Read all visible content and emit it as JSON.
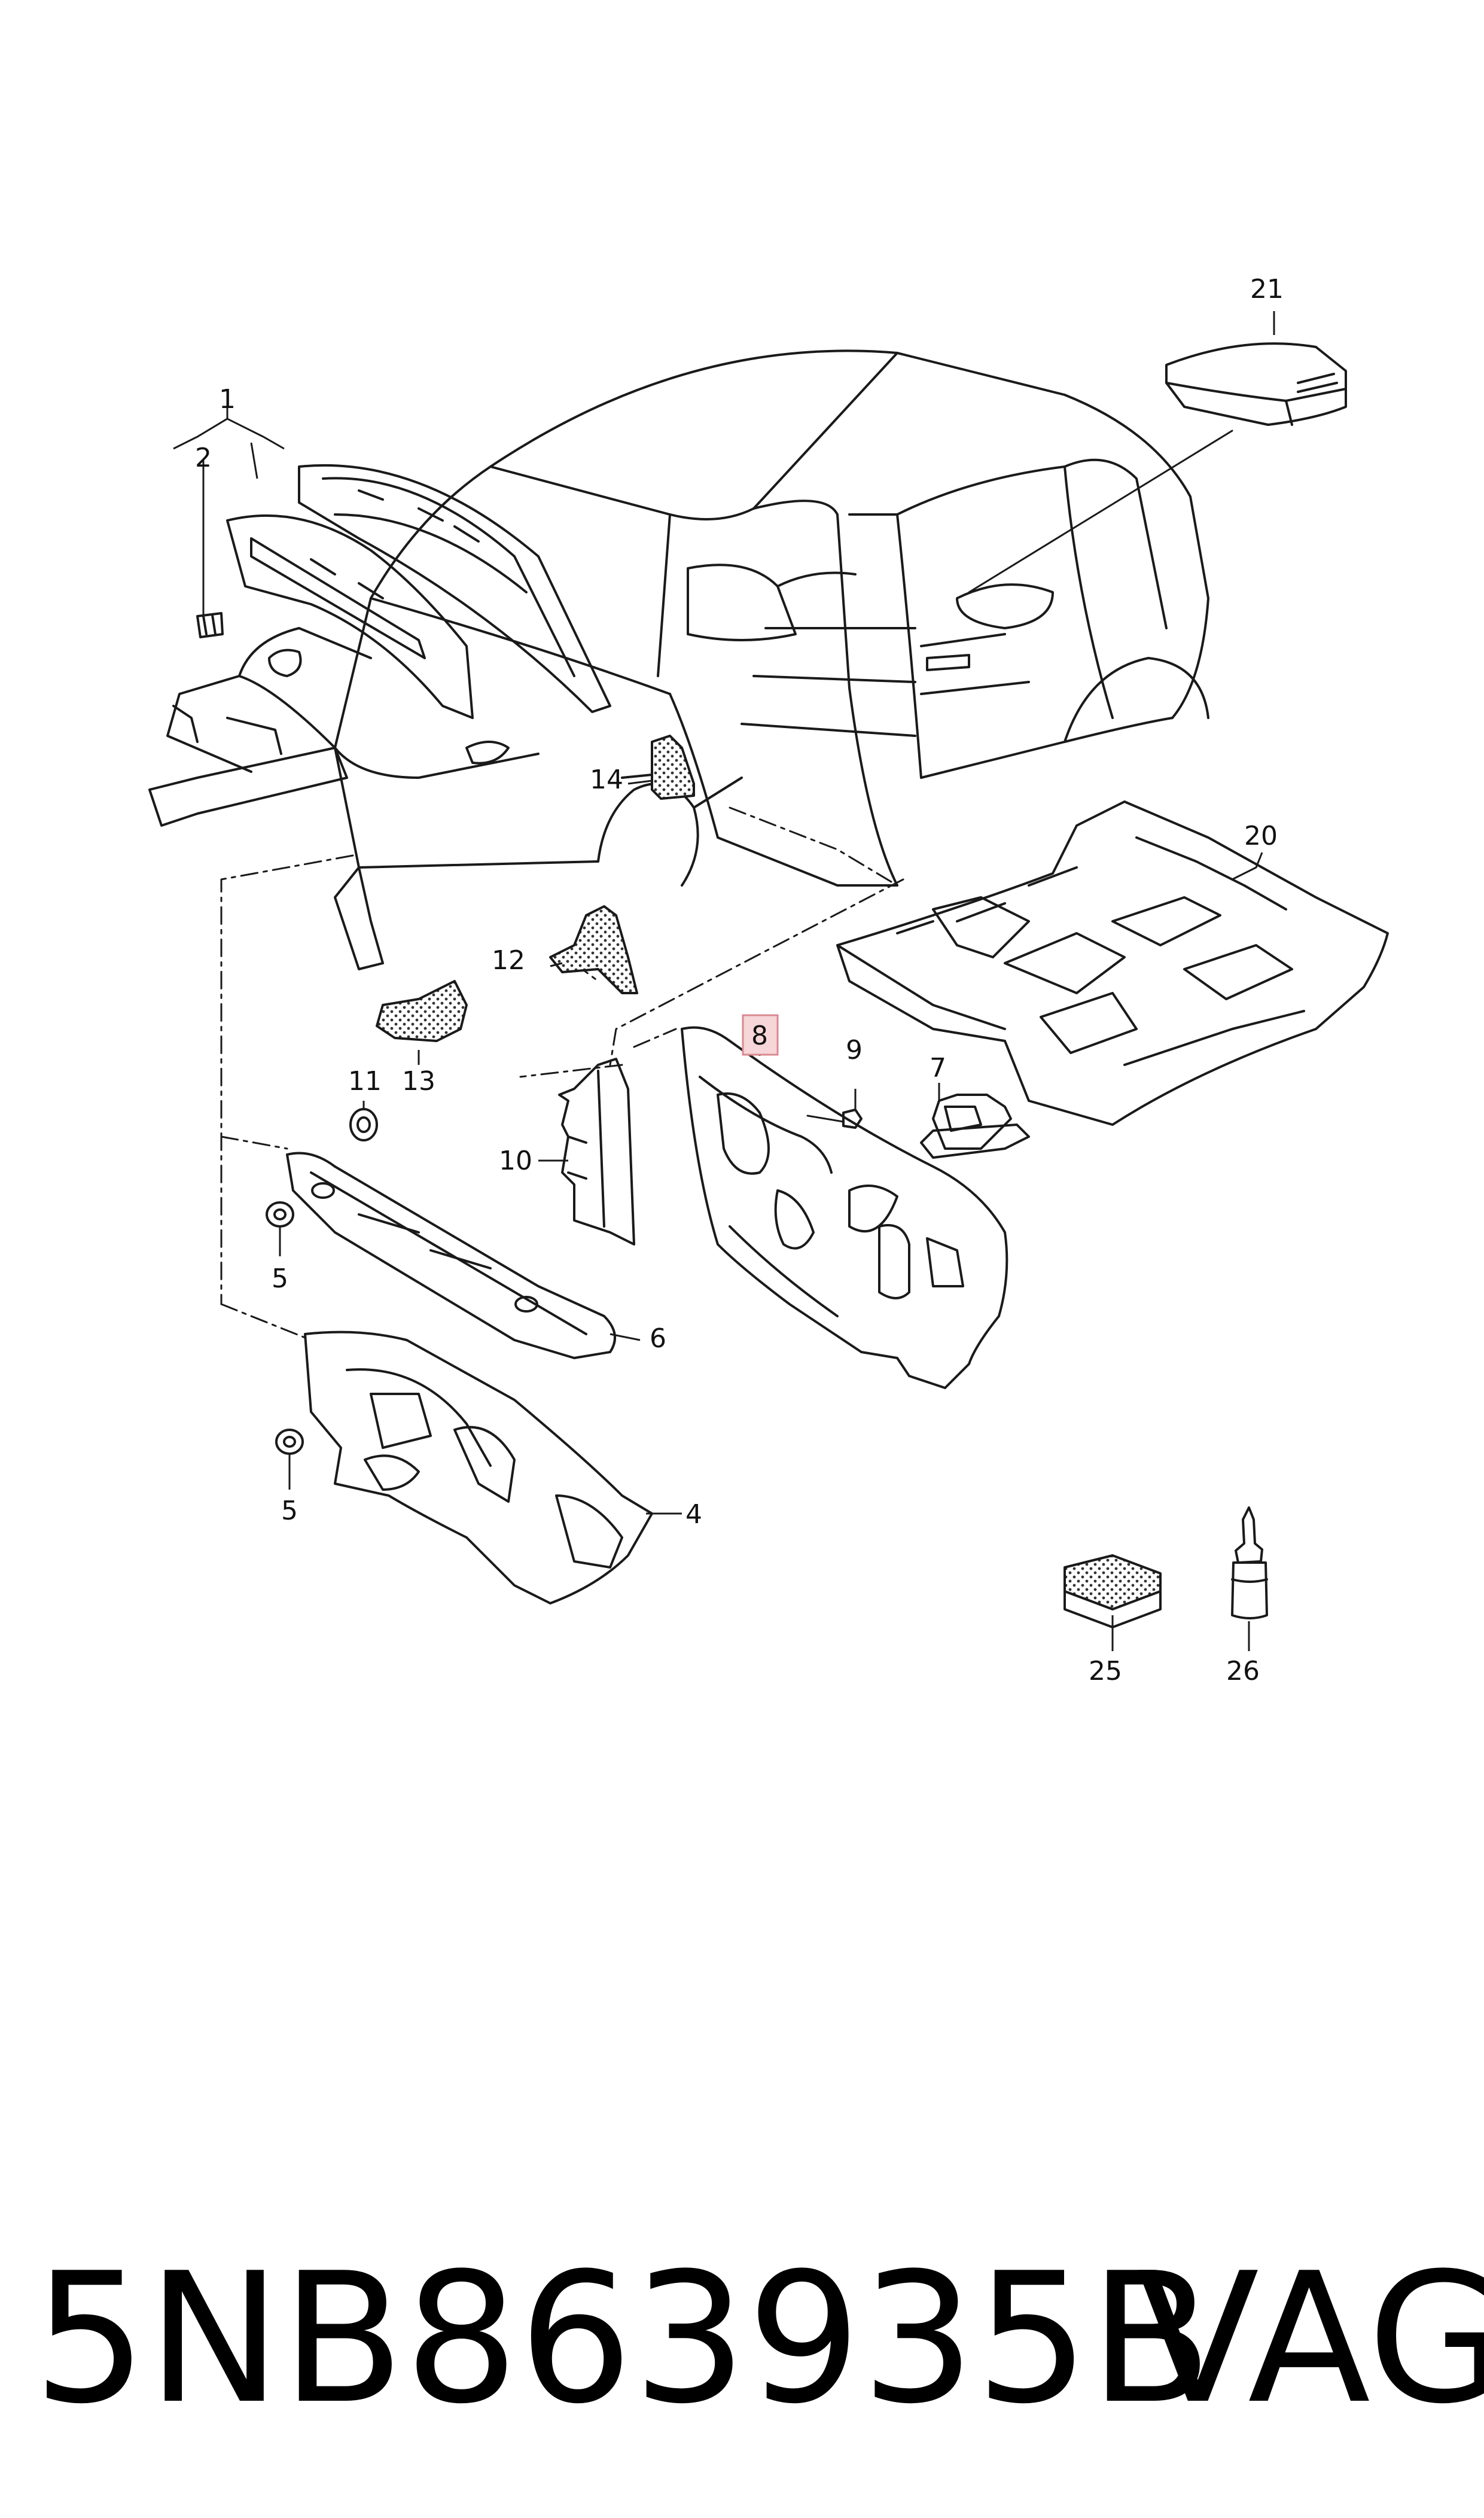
{
  "diagram": {
    "callouts": [
      {
        "id": "c1",
        "label": "1"
      },
      {
        "id": "c2",
        "label": "2"
      },
      {
        "id": "c4",
        "label": "4"
      },
      {
        "id": "c5a",
        "label": "5"
      },
      {
        "id": "c5b",
        "label": "5"
      },
      {
        "id": "c6",
        "label": "6"
      },
      {
        "id": "c7",
        "label": "7"
      },
      {
        "id": "c8",
        "label": "8",
        "highlighted": true
      },
      {
        "id": "c9",
        "label": "9"
      },
      {
        "id": "c10",
        "label": "10"
      },
      {
        "id": "c11",
        "label": "11"
      },
      {
        "id": "c12",
        "label": "12"
      },
      {
        "id": "c13",
        "label": "13"
      },
      {
        "id": "c14",
        "label": "14"
      },
      {
        "id": "c20",
        "label": "20"
      },
      {
        "id": "c21",
        "label": "21"
      },
      {
        "id": "c25",
        "label": "25"
      },
      {
        "id": "c26",
        "label": "26"
      }
    ],
    "highlight_fill": "#f6d6d8",
    "highlight_stroke": "#d98a90"
  },
  "footer": {
    "part_number": "5NB863935B",
    "brand": "VAG"
  }
}
